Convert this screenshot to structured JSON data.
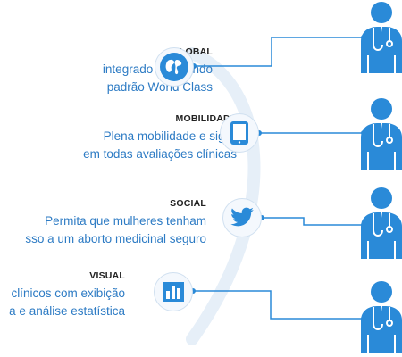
{
  "colors": {
    "accent": "#2a8ad8",
    "text_blue": "#2d7bc4",
    "title": "#222222",
    "arc": "#e6eff8",
    "circle_bg": "#f4f8fd"
  },
  "features": [
    {
      "title": "GLOBAL",
      "line1": "integrado permitindo",
      "line2": "padrão World Class",
      "icon": "globe-icon"
    },
    {
      "title": "MOBILIDADE",
      "line1": "Plena mobilidade e sigilo",
      "line2": "em todas avaliações clínicas",
      "icon": "tablet-icon"
    },
    {
      "title": "SOCIAL",
      "line1": "Permita que mulheres tenham",
      "line2": "sso a um aborto medicinal seguro",
      "icon": "twitter-bird-icon"
    },
    {
      "title": "VISUAL",
      "line1": "clínicos com exibição",
      "line2": "a e análise estatística",
      "icon": "bar-chart-icon"
    }
  ],
  "doctor_icon": "doctor-icon"
}
